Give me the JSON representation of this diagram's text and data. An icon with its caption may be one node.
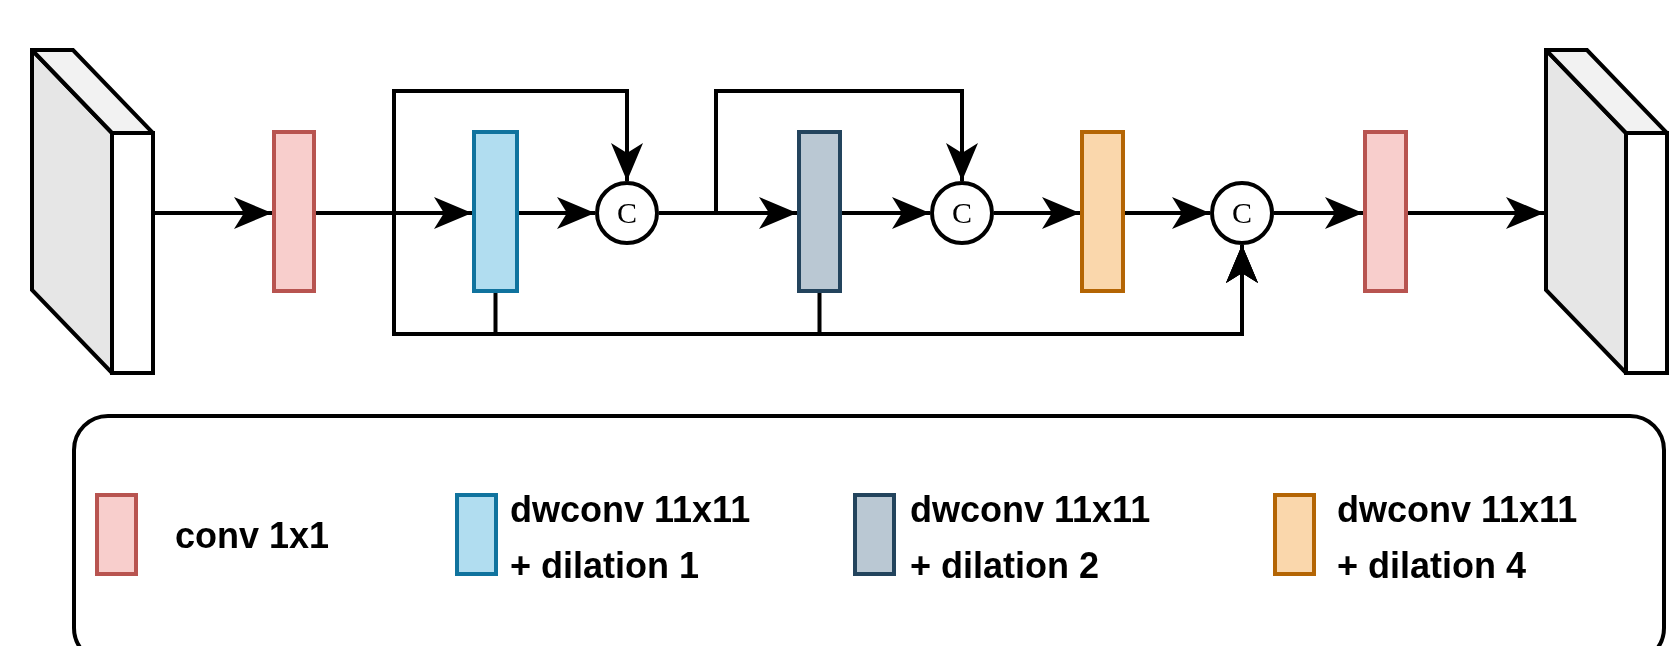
{
  "diagram": {
    "nodes": [
      {
        "text": [],
        "shape": "box"
      },
      {
        "text": [],
        "shape": "bar"
      },
      {
        "text": [],
        "shape": "bar"
      },
      {
        "text": [
          "C"
        ]
      },
      {
        "text": [],
        "shape": "bar"
      },
      {
        "text": [
          "C"
        ]
      },
      {
        "text": [],
        "shape": "bar"
      },
      {
        "text": [
          "C"
        ]
      },
      {
        "text": [],
        "shape": "bar"
      },
      {
        "text": [],
        "shape": "box"
      }
    ],
    "edges": [
      {
        "from": 0,
        "to": 1,
        "arrow": "to"
      },
      {
        "from": 1,
        "to": 2,
        "arrow": "to"
      },
      {
        "from": 1,
        "to": 3,
        "arrow": "to"
      },
      {
        "from": 1,
        "to": 7,
        "arrow": "to"
      },
      {
        "from": 2,
        "to": 3,
        "arrow": "to"
      },
      {
        "from": 2,
        "to": 7,
        "arrow": "to"
      },
      {
        "from": 3,
        "to": 4,
        "arrow": "to"
      },
      {
        "from": 3,
        "to": 5,
        "arrow": "to"
      },
      {
        "from": 4,
        "to": 5,
        "arrow": "to"
      },
      {
        "from": 4,
        "to": 7,
        "arrow": "to"
      },
      {
        "from": 5,
        "to": 6,
        "arrow": "to"
      },
      {
        "from": 6,
        "to": 7,
        "arrow": "to"
      },
      {
        "from": 7,
        "to": 8,
        "arrow": "to"
      },
      {
        "from": 8,
        "to": 9,
        "arrow": "to"
      }
    ],
    "legend": [
      {
        "text": "conv 1x1",
        "color": "#f8cecc"
      },
      {
        "text": "dwconv 11x11 + dilation 1",
        "color": "#b1ddf0"
      },
      {
        "text": "dwconv 11x11 + dilation 2",
        "color": "#bac8d3"
      },
      {
        "text": "dwconv 11x11 + dilation 4",
        "color": "#fad7ac"
      }
    ]
  }
}
